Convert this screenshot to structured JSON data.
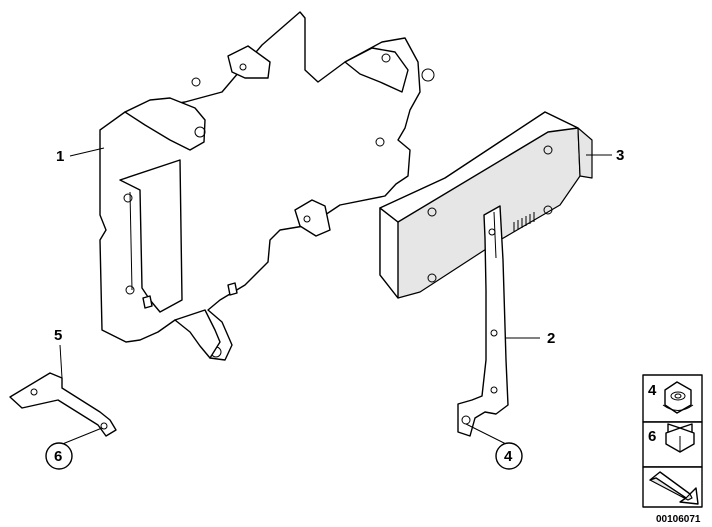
{
  "callouts": [
    {
      "id": "callout-1",
      "label": "1"
    },
    {
      "id": "callout-2",
      "label": "2"
    },
    {
      "id": "callout-3",
      "label": "3"
    },
    {
      "id": "callout-4",
      "label": "4"
    },
    {
      "id": "callout-5",
      "label": "5"
    },
    {
      "id": "callout-6",
      "label": "6"
    }
  ],
  "legend": {
    "items": [
      {
        "label": "4",
        "icon": "flange-nut-icon"
      },
      {
        "label": "6",
        "icon": "hex-nut-icon"
      }
    ],
    "arrow_icon": "direction-arrow-icon"
  },
  "diagram_number": "00106071"
}
